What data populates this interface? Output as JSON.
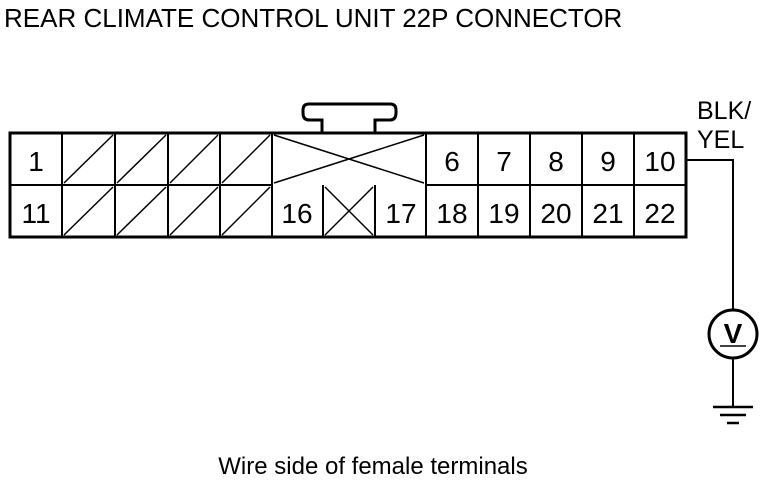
{
  "title": "REAR CLIMATE CONTROL UNIT 22P CONNECTOR",
  "caption": "Wire side of female terminals",
  "wire_color": {
    "line1": "BLK/",
    "line2": "YEL"
  },
  "meter_label": "V",
  "connector": {
    "top_row": [
      "1",
      "",
      "",
      "",
      "",
      "",
      "6",
      "7",
      "8",
      "9",
      "10"
    ],
    "bottom_row": [
      "11",
      "",
      "",
      "",
      "",
      "16",
      "",
      "17",
      "18",
      "19",
      "20",
      "21",
      "22"
    ]
  }
}
